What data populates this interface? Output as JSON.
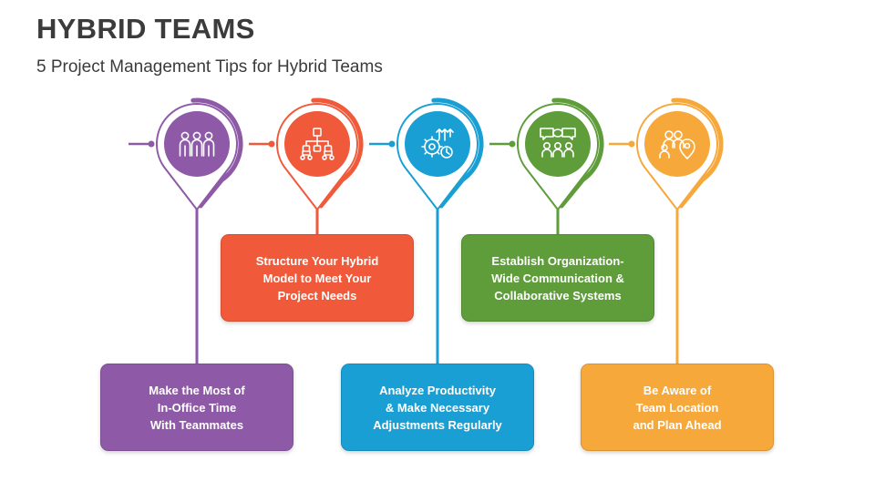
{
  "header": {
    "title": "HYBRID TEAMS",
    "subtitle": "5 Project Management Tips for Hybrid Teams"
  },
  "steps": [
    {
      "icon": "team-icon",
      "color": "#8e5aa7",
      "text": "Make the Most of\nIn-Office Time\nWith Teammates"
    },
    {
      "icon": "org-chart-icon",
      "color": "#f05a3a",
      "text": "Structure Your Hybrid\nModel to Meet Your\nProject Needs"
    },
    {
      "icon": "productivity-icon",
      "color": "#1a9fd4",
      "text": "Analyze Productivity\n& Make Necessary\nAdjustments Regularly"
    },
    {
      "icon": "communication-icon",
      "color": "#5e9d3a",
      "text": "Establish Organization-\nWide Communication &\nCollaborative Systems"
    },
    {
      "icon": "location-team-icon",
      "color": "#f7a83b",
      "text": "Be Aware of\nTeam Location\nand Plan Ahead"
    }
  ]
}
